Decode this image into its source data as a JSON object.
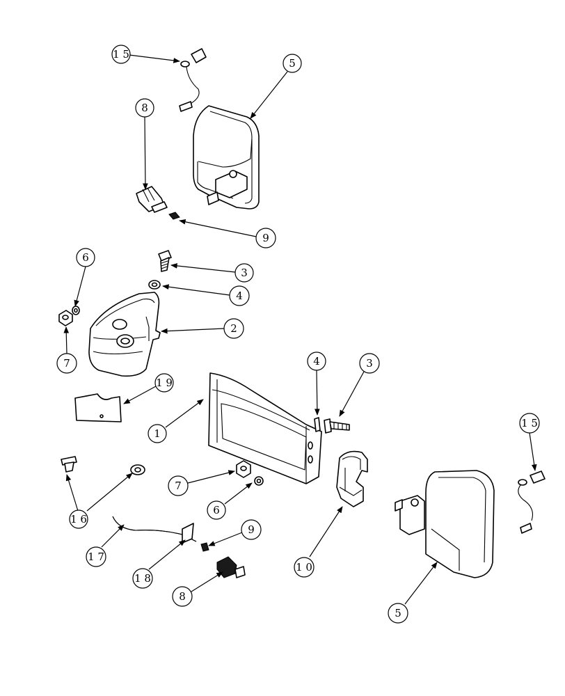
{
  "callouts": [
    {
      "id": "c15a",
      "label": "1 5"
    },
    {
      "id": "c5a",
      "label": "5"
    },
    {
      "id": "c8a",
      "label": "8"
    },
    {
      "id": "c9a",
      "label": "9"
    },
    {
      "id": "c6a",
      "label": "6"
    },
    {
      "id": "c3a",
      "label": "3"
    },
    {
      "id": "c4a",
      "label": "4"
    },
    {
      "id": "c2",
      "label": "2"
    },
    {
      "id": "c7a",
      "label": "7"
    },
    {
      "id": "c19",
      "label": "1 9"
    },
    {
      "id": "c1",
      "label": "1"
    },
    {
      "id": "c4b",
      "label": "4"
    },
    {
      "id": "c3b",
      "label": "3"
    },
    {
      "id": "c15b",
      "label": "1 5"
    },
    {
      "id": "c7b",
      "label": "7"
    },
    {
      "id": "c6b",
      "label": "6"
    },
    {
      "id": "c16",
      "label": "1 6"
    },
    {
      "id": "c17",
      "label": "1 7"
    },
    {
      "id": "c18",
      "label": "1 8"
    },
    {
      "id": "c9b",
      "label": "9"
    },
    {
      "id": "c8b",
      "label": "8"
    },
    {
      "id": "c10",
      "label": "1 0"
    },
    {
      "id": "c5b",
      "label": "5"
    }
  ]
}
